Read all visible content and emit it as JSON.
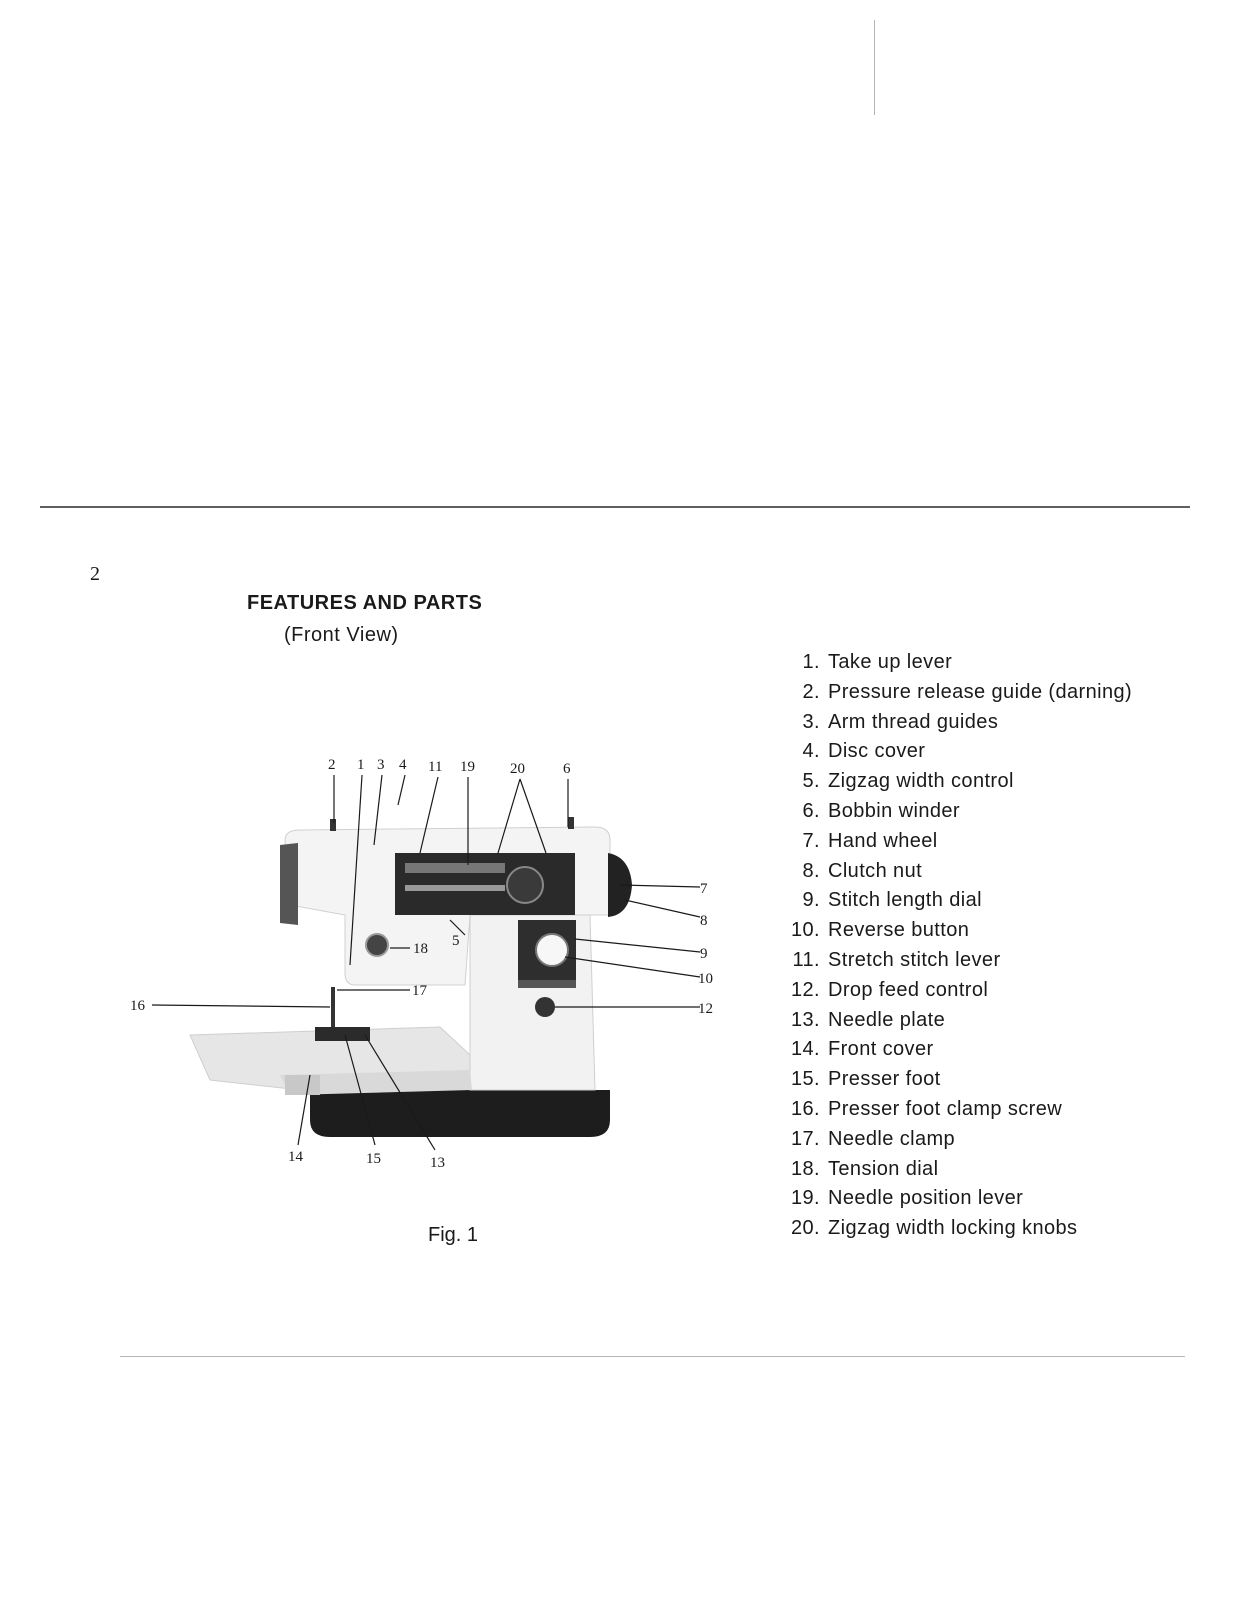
{
  "page_number": "2",
  "heading": "FEATURES AND PARTS",
  "subheading": "(Front View)",
  "figure": {
    "caption": "Fig. 1",
    "callouts": [
      "1",
      "2",
      "3",
      "4",
      "5",
      "6",
      "7",
      "8",
      "9",
      "10",
      "11",
      "12",
      "13",
      "14",
      "15",
      "16",
      "17",
      "18",
      "19",
      "20"
    ]
  },
  "parts": [
    {
      "num": "1.",
      "label": "Take up lever"
    },
    {
      "num": "2.",
      "label": "Pressure release guide (darning)"
    },
    {
      "num": "3.",
      "label": "Arm thread guides"
    },
    {
      "num": "4.",
      "label": "Disc cover"
    },
    {
      "num": "5.",
      "label": "Zigzag width control"
    },
    {
      "num": "6.",
      "label": "Bobbin winder"
    },
    {
      "num": "7.",
      "label": "Hand wheel"
    },
    {
      "num": "8.",
      "label": "Clutch nut"
    },
    {
      "num": "9.",
      "label": "Stitch length dial"
    },
    {
      "num": "10.",
      "label": "Reverse button"
    },
    {
      "num": "11.",
      "label": "Stretch stitch lever"
    },
    {
      "num": "12.",
      "label": "Drop feed control"
    },
    {
      "num": "13.",
      "label": "Needle plate"
    },
    {
      "num": "14.",
      "label": "Front cover"
    },
    {
      "num": "15.",
      "label": "Presser foot"
    },
    {
      "num": "16.",
      "label": "Presser foot clamp screw"
    },
    {
      "num": "17.",
      "label": "Needle clamp"
    },
    {
      "num": "18.",
      "label": "Tension dial"
    },
    {
      "num": "19.",
      "label": "Needle position lever"
    },
    {
      "num": "20.",
      "label": "Zigzag width locking knobs"
    }
  ]
}
